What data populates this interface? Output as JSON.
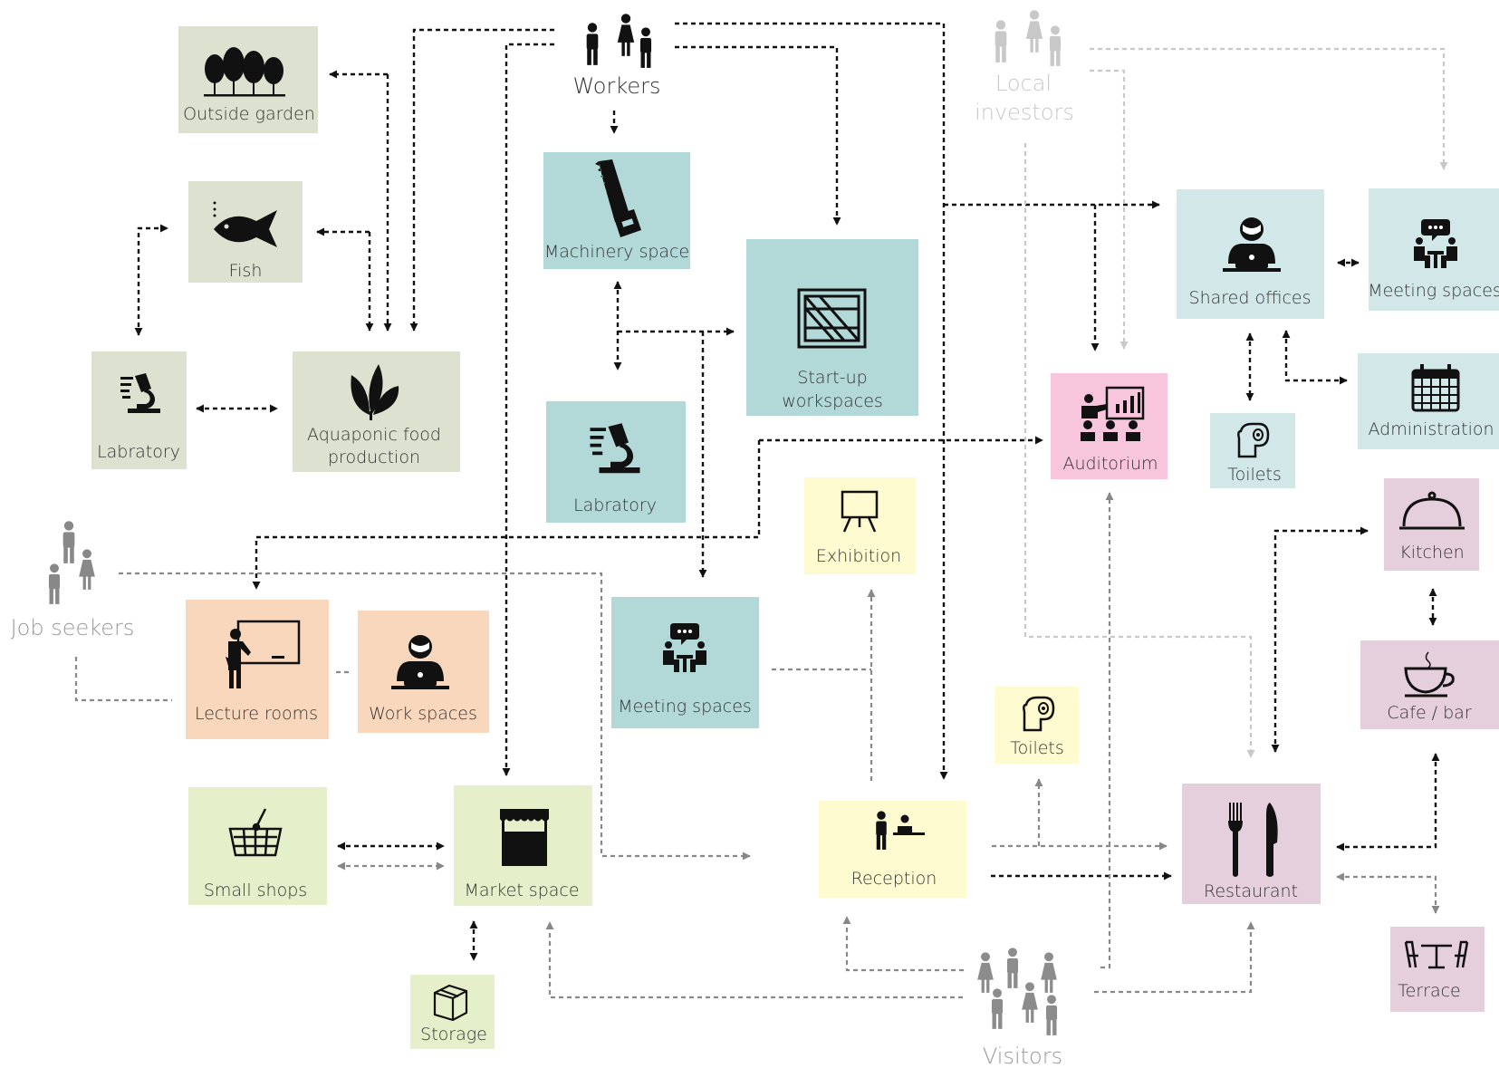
{
  "colors": {
    "grey_green": "#dde1cf",
    "teal": "#b2d9d8",
    "light_teal": "#d2e8e8",
    "pink": "#f8c6dc",
    "mauve": "#e6cfdd",
    "yellow": "#fefbd0",
    "peach": "#f9d7bc",
    "light_green": "#e5efca",
    "workers_line": "#111111",
    "visitors_line": "#888888",
    "investors_line": "#c8c8c8"
  },
  "actors": {
    "workers": "Workers",
    "local_investors_line1": "Local",
    "local_investors_line2": "investors",
    "job_seekers": "Job seekers",
    "visitors": "Visitors"
  },
  "spaces": {
    "outside_garden": "Outside garden",
    "fish": "Fish",
    "lab_left": "Labratory",
    "aquaponic_line1": "Aquaponic food",
    "aquaponic_line2": "production",
    "machinery_space": "Machinery space",
    "lab_center": "Labratory",
    "startup_line1": "Start-up",
    "startup_line2": "workspaces",
    "exhibition": "Exhibition",
    "auditorium": "Auditorium",
    "shared_offices": "Shared offices",
    "meeting_spaces_right": "Meeting spaces",
    "administration": "Administration",
    "toilets_top": "Toilets",
    "kitchen": "Kitchen",
    "cafe_bar": "Cafe / bar",
    "restaurant": "Restaurant",
    "terrace": "Terrace",
    "toilets_bottom": "Toilets",
    "reception": "Reception",
    "meeting_spaces_center": "Meeting spaces",
    "lecture_rooms": "Lecture rooms",
    "work_spaces": "Work spaces",
    "small_shops": "Small shops",
    "market_space": "Market space",
    "storage": "Storage"
  },
  "icons": {
    "outside_garden": "trees-icon",
    "fish": "fish-icon",
    "laboratory": "microscope-icon",
    "aquaponic": "leaves-icon",
    "machinery": "saw-icon",
    "startup": "crate-icon",
    "exhibition": "easel-icon",
    "auditorium": "presentation-icon",
    "shared_offices": "laptop-user-icon",
    "meeting": "meeting-icon",
    "administration": "calendar-icon",
    "toilets": "toilet-paper-icon",
    "kitchen": "cloche-icon",
    "cafe": "coffee-cup-icon",
    "restaurant": "fork-knife-icon",
    "terrace": "table-chairs-icon",
    "reception": "reception-desk-icon",
    "lecture": "teacher-board-icon",
    "small_shops": "basket-icon",
    "market": "market-stall-icon",
    "storage": "box-icon",
    "people": "people-icon"
  }
}
